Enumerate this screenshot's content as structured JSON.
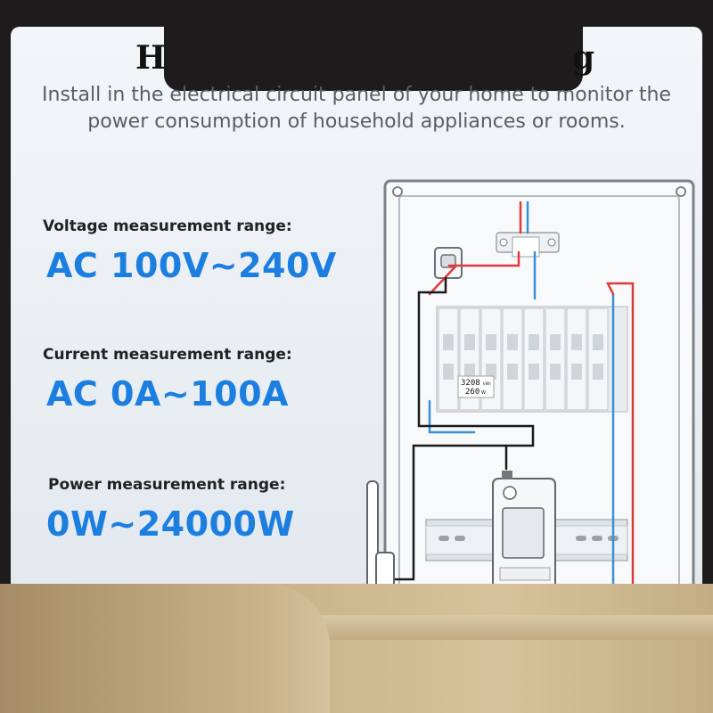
{
  "header": {
    "title_left_fragment": "H",
    "title_right_fragment": "g",
    "subtitle_line1": "Install in the electrical circuit panel of your home to monitor the",
    "subtitle_line2": "power consumption of household appliances or rooms."
  },
  "specs": [
    {
      "label": "Voltage measurement range:",
      "value": "AC 100V~240V"
    },
    {
      "label": "Current measurement range:",
      "value": "AC 0A~100A"
    },
    {
      "label": "Power measurement range:",
      "value": "0W~24000W"
    }
  ],
  "diagram": {
    "breaker_display_line1": "3208",
    "breaker_display_unit1": "kWh",
    "breaker_display_line2": "260",
    "breaker_display_unit2": "W",
    "wire_colors": {
      "live": "#e03a3a",
      "neutral": "#3b8fd6",
      "signal": "#1a1a1a"
    }
  },
  "colors": {
    "accent": "#1c7fe0",
    "background": "#1d1b1c",
    "band": "#c9b38b"
  }
}
